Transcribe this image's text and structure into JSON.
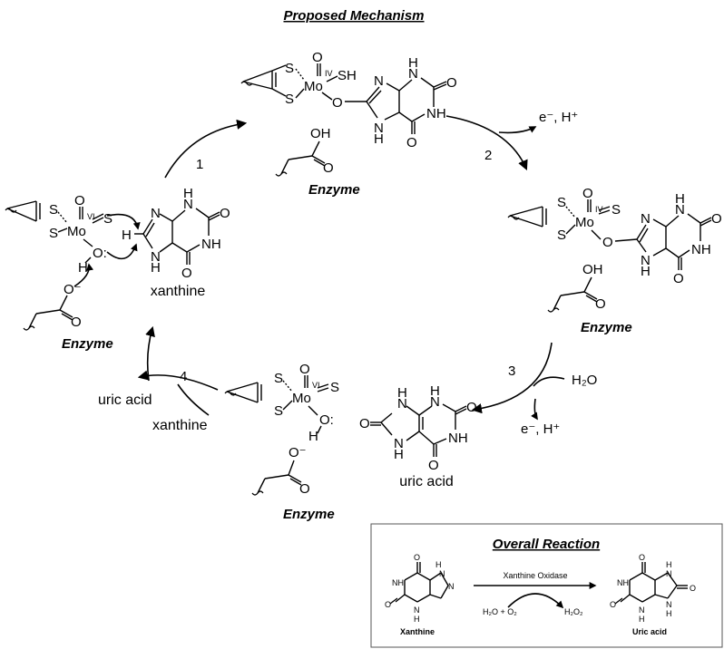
{
  "title": "Proposed Mechanism",
  "steps": [
    "1",
    "2",
    "3",
    "4"
  ],
  "labels": {
    "xanthine_left": "xanthine",
    "uric_acid_bottom": "uric acid",
    "uric_acid_left": "uric acid",
    "xanthine_step4": "xanthine",
    "water": "H₂O",
    "electron_proton": "e⁻, H⁺",
    "enzyme": "Enzyme"
  },
  "atoms": {
    "mo": "Mo",
    "s": "S",
    "o": "O",
    "n": "N",
    "h": "H",
    "nh": "NH",
    "sh": "SH",
    "oh": "OH",
    "o_minus": "O⁻",
    "o_lone": "O:",
    "ox_iv": "IV",
    "ox_vi": "VI"
  },
  "overall": {
    "title": "Overall Reaction",
    "enzyme_label": "Xanthine Oxidase",
    "reagents": "H₂O + O₂",
    "byproduct": "H₂O₂",
    "reactant": "Xanthine",
    "product": "Uric acid"
  }
}
